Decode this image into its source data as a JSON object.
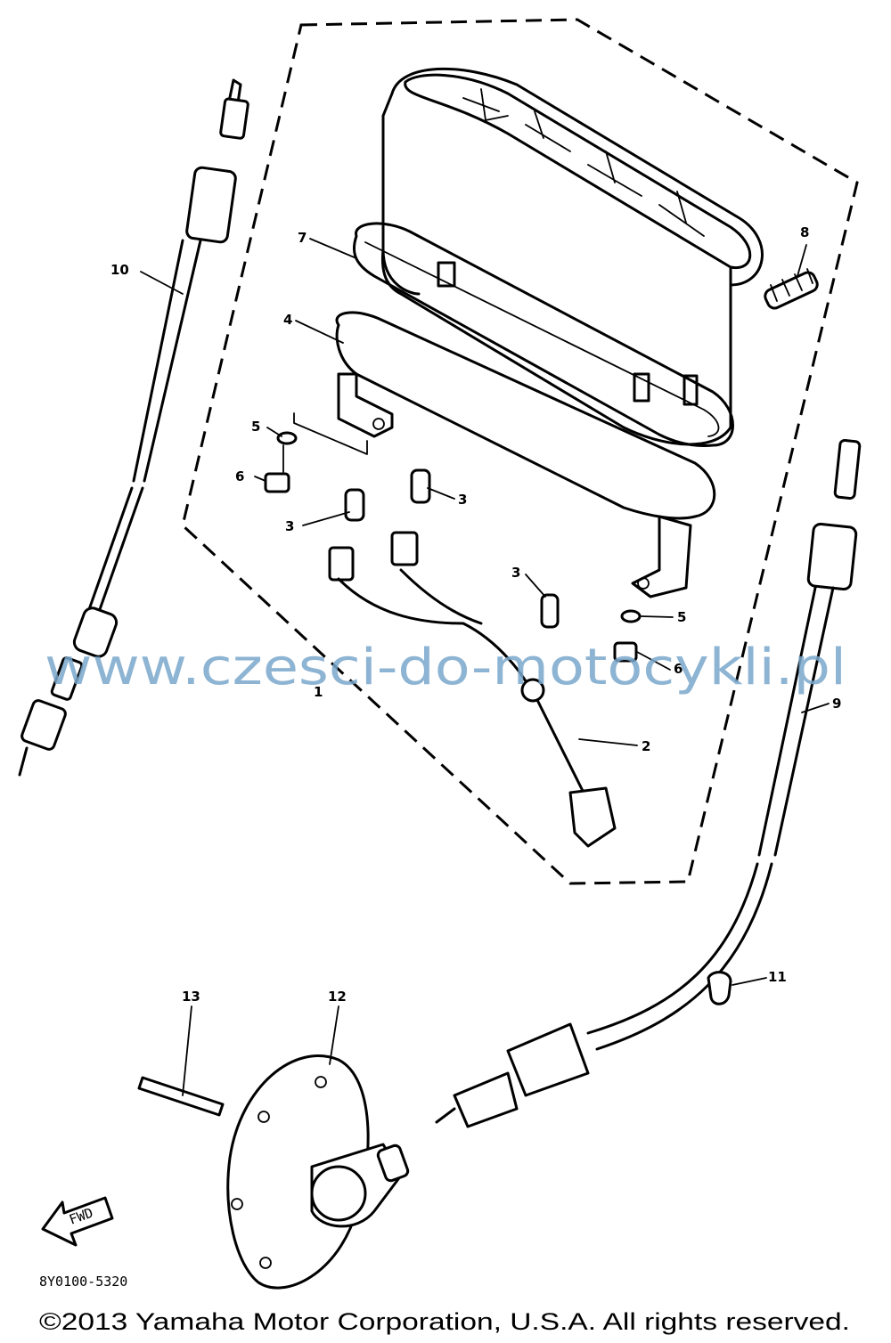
{
  "diagram_code": "8Y0100-5320",
  "watermark": "www.czesci-do-motocykli.pl",
  "copyright": "©2013 Yamaha Motor Corporation, U.S.A. All rights reserved.",
  "fwd_label": "FWD",
  "part_labels": {
    "p1": "1",
    "p2": "2",
    "p3a": "3",
    "p3b": "3",
    "p3c": "3",
    "p4": "4",
    "p5a": "5",
    "p5b": "5",
    "p6a": "6",
    "p6b": "6",
    "p7": "7",
    "p8": "8",
    "p9": "9",
    "p10": "10",
    "p11": "11",
    "p12": "12",
    "p13": "13"
  }
}
